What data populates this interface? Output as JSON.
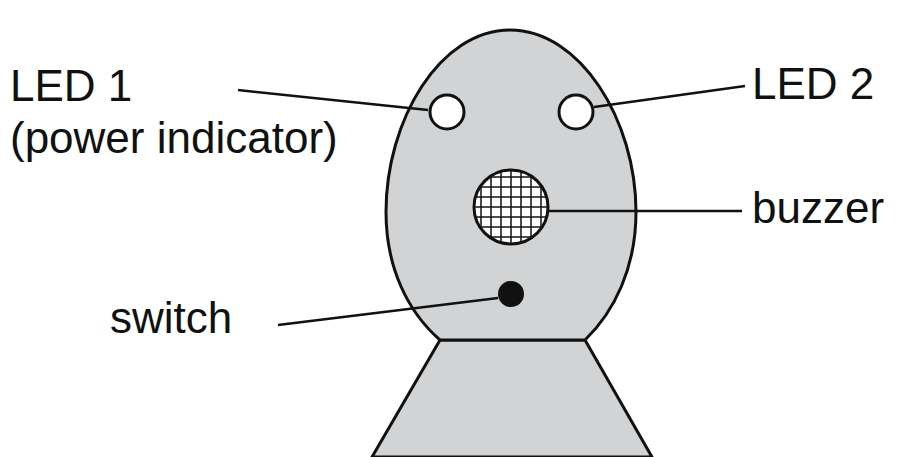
{
  "diagram": {
    "labels": [
      "LED 1",
      "(power indicator)",
      "LED 2",
      "buzzer",
      "switch"
    ]
  }
}
